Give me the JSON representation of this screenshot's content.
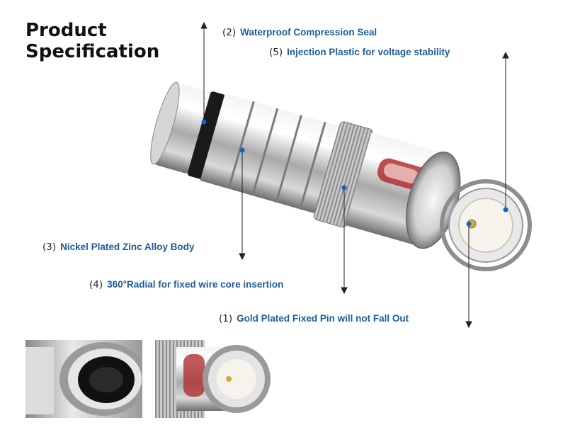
{
  "title": {
    "line1": "Product",
    "line2": "Specification"
  },
  "callouts": [
    {
      "id": "c1",
      "number": "(1)",
      "text": "Gold Plated Fixed Pin will not Fall Out"
    },
    {
      "id": "c2",
      "number": "(2)",
      "text": "Waterproof Compression Seal"
    },
    {
      "id": "c3",
      "number": "(3)",
      "text": "Nickel Plated Zinc Alloy Body"
    },
    {
      "id": "c4",
      "number": "(4)",
      "text": "360°Radial for fixed wire core insertion"
    },
    {
      "id": "c5",
      "number": "(5)",
      "text": "Injection Plastic for voltage stability"
    }
  ],
  "colors": {
    "label": "#1e5c9c",
    "marker_dot": "#1565c0",
    "seal": "#1a1a1a",
    "metal": "#c8c8c8",
    "insulator_red": "#b03030"
  }
}
